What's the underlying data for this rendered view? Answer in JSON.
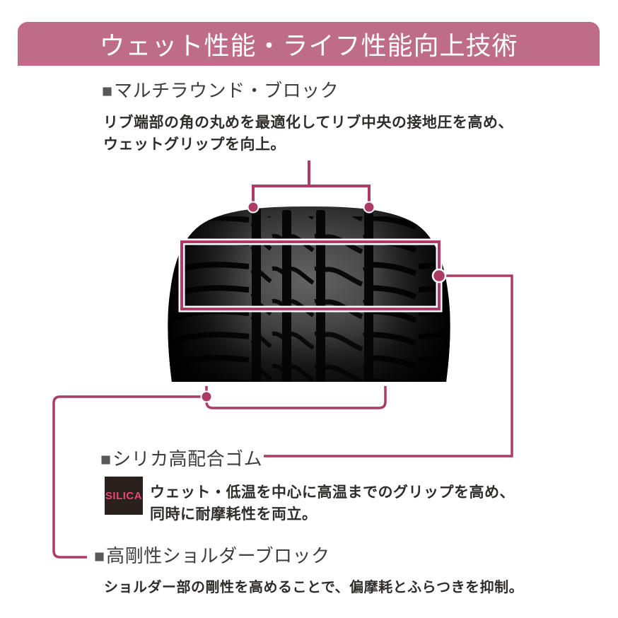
{
  "banner": {
    "title": "ウェット性能・ライフ性能向上技術"
  },
  "sections": {
    "multi_round": {
      "marker": "■",
      "heading": "マルチラウンド・ブロック",
      "body_line1": "リブ端部の角の丸めを最適化してリブ中央の接地圧を高め、",
      "body_line2": "ウェットグリップを向上。"
    },
    "silica": {
      "marker": "■",
      "heading": "シリカ高配合ゴム",
      "badge_label": "SILICA",
      "body_line1": "ウェット・低温を中心に高温までのグリップを高め、",
      "body_line2": "同時に耐摩耗性を両立。"
    },
    "shoulder": {
      "marker": "■",
      "heading": "高剛性ショルダーブロック",
      "body": "ショルダー部の剛性を高めることで、偏摩耗とふらつきを抑制。"
    }
  },
  "colors": {
    "accent_line": "#ac3b65",
    "banner_bg": "#be6c88",
    "banner_text": "#ffffff",
    "heading_text": "#413c3c",
    "body_text": "#302c2b",
    "badge_bg": "#2a211e",
    "badge_text": "#e84678"
  }
}
